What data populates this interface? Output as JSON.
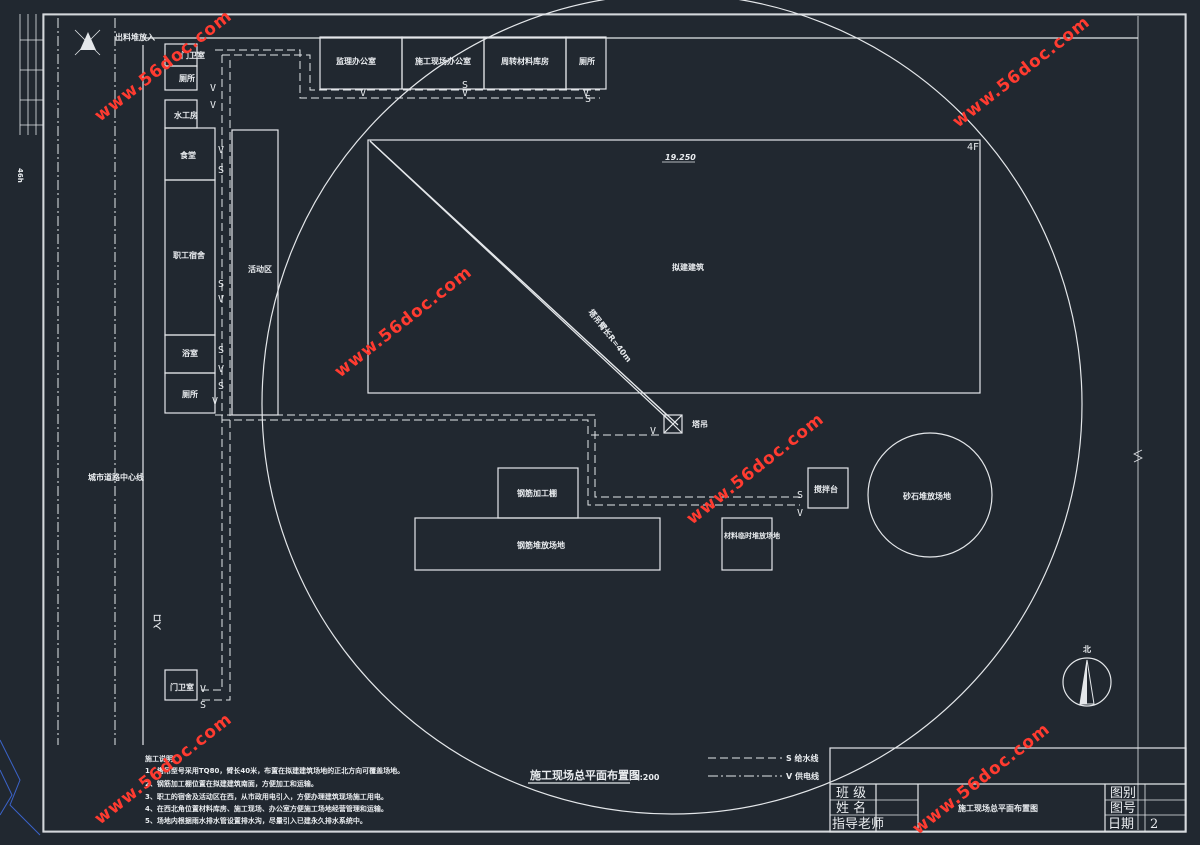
{
  "drawing": {
    "rooms": {
      "guard_top": "门卫室",
      "toilet_top": "厕所",
      "water_heater": "水工房",
      "canteen": "食堂",
      "worker_dorm": "职工宿舍",
      "activity_area": "活动区",
      "bathroom": "浴室",
      "toilet_mid": "厕所",
      "supervisor_office": "监理办公室",
      "site_office": "施工现场办公室",
      "materials_warehouse": "周转材料库房",
      "toilet_right": "厕所",
      "building": "拟建建筑",
      "tower_crane": "塔吊",
      "crane_radius": "塔吊臂长R=40m",
      "rebar_workshop": "钢筋加工棚",
      "rebar_yard": "钢筋堆放场地",
      "material_yard": "材料临时堆放场地",
      "mixer": "搅拌台",
      "sand_yard": "砂石堆放场地",
      "guard_bottom": "门卫室"
    },
    "labels": {
      "exit": "出料堆放入",
      "road_center": "城市道路中心线",
      "entrance": "入口",
      "elevation": "19.250",
      "floors": "4F",
      "side_mark": "46h"
    },
    "pipe_marks": {
      "v": "V",
      "s": "S"
    },
    "legend": {
      "water": "S  给水线",
      "power": "V  供电线"
    },
    "title": "施工现场总平面布置图",
    "scale": "1:200",
    "north": "北",
    "notes": [
      "施工说明：",
      "1、塔吊型号采用TQ80，臂长40米，布置在拟建建筑场地的正北方向可覆盖场地。",
      "2、钢筋加工棚位置在拟建建筑南面，方便加工和运输。",
      "3、职工的宿舍及活动区在西，从市政用电引入，方便办理建筑现场施工用电。",
      "4、在西北角位置材料库房、施工现场、办公室方便施工场地经营管理和运输。",
      "5、场地内根据雨水排水管设置排水沟，尽量引入已建永久排水系统中。"
    ]
  },
  "title_block": {
    "class_label": "班  级",
    "name_label": "姓  名",
    "advisor_label": "指导老师",
    "drawing_title": "施工现场总平面布置图",
    "drawing_category": "图别",
    "drawing_number": "图号",
    "date": "日期",
    "date_value": "2"
  },
  "watermarks": [
    "www.56doc.com"
  ]
}
